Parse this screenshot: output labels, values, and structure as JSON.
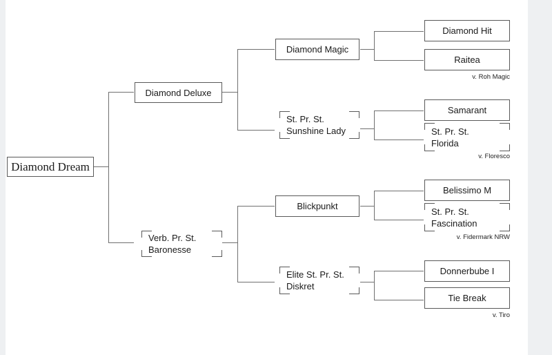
{
  "diagram": {
    "type": "pedigree-tree",
    "title": "Diamond Dream pedigree",
    "orientation": "left-to-right",
    "generations": 4,
    "colors": {
      "page_background": "#ffffff",
      "outer_background": "#eef0f2",
      "box_border": "#585858",
      "connector": "#6f6f6f",
      "text": "#1a1a1a"
    }
  },
  "nodes": {
    "root": {
      "name": "Diamond Dream",
      "generation": 0,
      "box_style": "full",
      "font": "serif"
    },
    "gen1": [
      {
        "name": "Diamond Deluxe",
        "box_style": "full",
        "lines": [
          "Diamond Deluxe"
        ]
      },
      {
        "name": "Verb. Pr. St. Baronesse",
        "box_style": "bracket",
        "lines": [
          "Verb. Pr. St.",
          "Baronesse"
        ]
      }
    ],
    "gen2": [
      {
        "name": "Diamond Magic",
        "box_style": "full",
        "lines": [
          "Diamond Magic"
        ]
      },
      {
        "name": "St. Pr. St. Sunshine Lady",
        "box_style": "bracket",
        "lines": [
          "St. Pr. St.",
          "Sunshine Lady"
        ]
      },
      {
        "name": "Blickpunkt",
        "box_style": "full",
        "lines": [
          "Blickpunkt"
        ]
      },
      {
        "name": "Elite St. Pr. St. Diskret",
        "box_style": "bracket",
        "lines": [
          "Elite St. Pr. St.",
          "Diskret"
        ]
      }
    ],
    "gen3": [
      {
        "name": "Diamond Hit",
        "box_style": "full",
        "lines": [
          "Diamond Hit"
        ]
      },
      {
        "name": "Raitea",
        "box_style": "full",
        "lines": [
          "Raitea"
        ]
      },
      {
        "name": "Samarant",
        "box_style": "full",
        "lines": [
          "Samarant"
        ]
      },
      {
        "name": "St. Pr. St. Florida",
        "box_style": "bracket",
        "lines": [
          "St. Pr. St.",
          "Florida"
        ]
      },
      {
        "name": "Belissimo M",
        "box_style": "full",
        "lines": [
          "Belissimo M"
        ]
      },
      {
        "name": "St. Pr. St. Fascination",
        "box_style": "bracket",
        "lines": [
          "St. Pr. St.",
          "Fascination"
        ]
      },
      {
        "name": "Donnerbube I",
        "box_style": "full",
        "lines": [
          "Donnerbube I"
        ]
      },
      {
        "name": "Tie Break",
        "box_style": "full",
        "lines": [
          "Tie Break"
        ]
      }
    ]
  },
  "annotations": [
    {
      "text": "v. Roh Magic",
      "for": "Raitea"
    },
    {
      "text": "v. Floresco",
      "for": "St. Pr. St. Florida"
    },
    {
      "text": "v. Fidermark NRW",
      "for": "St. Pr. St. Fascination"
    },
    {
      "text": "v. Tiro",
      "for": "Tie Break"
    }
  ]
}
